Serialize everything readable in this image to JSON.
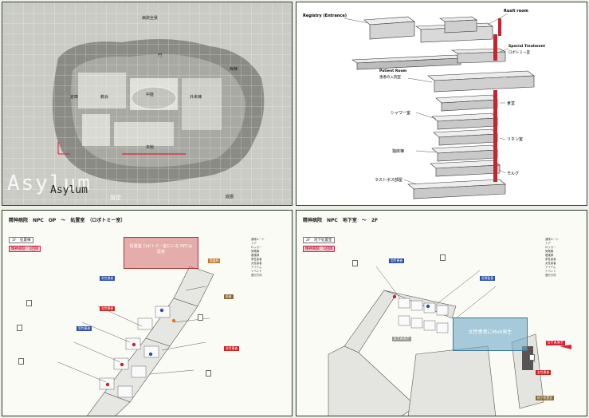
{
  "panel1": {
    "logo_big": "Asylum",
    "logo_small": "Asylum",
    "caption": "設定",
    "labels": [
      "病院全景",
      "門",
      "中庭",
      "外来棟",
      "病棟",
      "本館",
      "教会",
      "倉庫",
      "庭園"
    ],
    "colors": {
      "bg": "#c8c8c2",
      "island": "#8a8a84",
      "grid": "#ffffff"
    }
  },
  "panel2": {
    "labels": [
      {
        "en": "Registry (Entrance)",
        "jp": ""
      },
      {
        "en": "Rusit room",
        "jp": ""
      },
      {
        "en": "Special Treatment",
        "jp": "ロボトミー室"
      },
      {
        "en": "Patient Room",
        "jp": "患者の入院室"
      },
      {
        "en": "",
        "jp": "食堂"
      },
      {
        "en": "",
        "jp": "シャワー室"
      },
      {
        "en": "",
        "jp": "リネン室"
      },
      {
        "en": "",
        "jp": "独房棟"
      },
      {
        "en": "",
        "jp": "モルグ"
      },
      {
        "en": "",
        "jp": "ラストボス部屋"
      }
    ]
  },
  "panel3": {
    "header": "精神病院　NPC　OP　～　処置室　（ロボトミー室）",
    "sub_label": "1F　処置棟",
    "badge": "精神病院　1回目",
    "callout": "処置室 ロボトミー室にいる NPCは 医者",
    "tags": [
      "男性患者",
      "女性患者",
      "看護師",
      "医者",
      "男性患者",
      "女性患者"
    ],
    "legend": [
      "通常ルート",
      "ドア",
      "ロッカー",
      "発電機",
      "看護師",
      "男性患者",
      "女性患者",
      "アイテム",
      "イベント",
      "進行方向"
    ]
  },
  "panel4": {
    "header": "精神病院　NPC　地下室　～　2F",
    "sub_label": "2F　地下処置室",
    "badge": "精神病院　1回目",
    "callout": "女性患者にMob発生",
    "start_label": "START",
    "start_label2": "START",
    "tags": [
      "男性患者",
      "医療監督",
      "地下処置室",
      "女性患者"
    ],
    "legend": [
      "通常ルート",
      "ドア",
      "ロッカー",
      "発電機",
      "看護師",
      "男性患者",
      "女性患者",
      "アイテム",
      "イベント",
      "進行方向"
    ]
  }
}
